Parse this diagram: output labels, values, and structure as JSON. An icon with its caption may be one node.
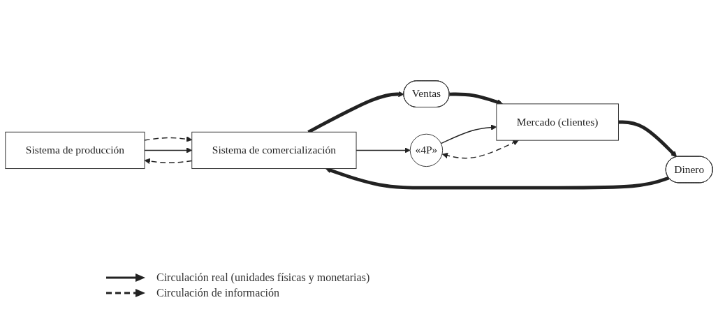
{
  "diagram": {
    "nodes": [
      {
        "text": [
          "Sistema de producción"
        ]
      },
      {
        "text": [
          "Sistema de comercialización"
        ]
      },
      {
        "text": [
          "Ventas"
        ]
      },
      {
        "text": [
          "«4P»"
        ]
      },
      {
        "text": [
          "Mercado (clientes)"
        ]
      },
      {
        "text": [
          "Dinero"
        ]
      }
    ],
    "edges": [
      {
        "from": 1,
        "to": 2,
        "arrow": "to",
        "style": "thick"
      },
      {
        "from": 2,
        "to": 4,
        "arrow": "to",
        "style": "thick"
      },
      {
        "from": 4,
        "to": 5,
        "arrow": "to",
        "style": "thick"
      },
      {
        "from": 5,
        "to": 1,
        "arrow": "to",
        "style": "thick"
      },
      {
        "from": 1,
        "to": 0,
        "arrow": "to",
        "style": "dashed"
      },
      {
        "from": 0,
        "to": 1,
        "arrow": "to",
        "style": "dashed"
      },
      {
        "from": 0,
        "to": 1,
        "arrow": "to"
      },
      {
        "from": 1,
        "to": 3,
        "arrow": "to"
      },
      {
        "from": 3,
        "to": 4,
        "arrow": "to"
      },
      {
        "from": 3,
        "to": 4,
        "arrow": "both",
        "style": "dashed"
      }
    ],
    "legend": [
      {
        "text": "Circulación real (unidades físicas y monetarias)"
      },
      {
        "text": "Circulación de información"
      }
    ]
  }
}
